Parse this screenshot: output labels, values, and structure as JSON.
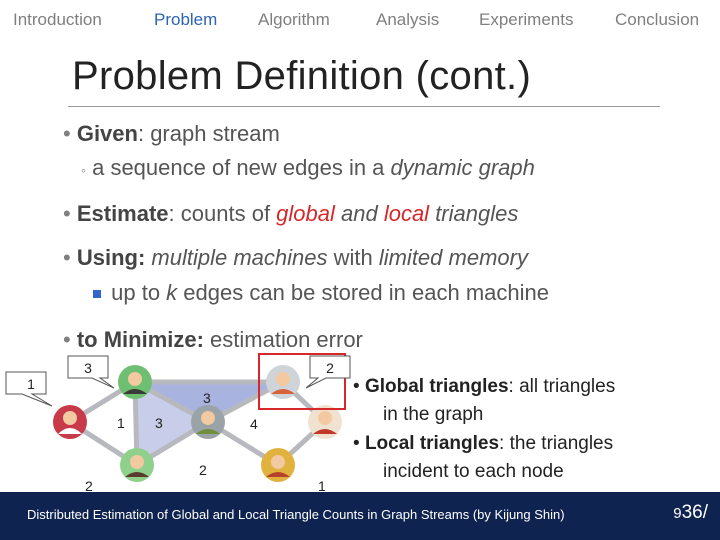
{
  "nav": {
    "items": [
      "Introduction",
      "Problem",
      "Algorithm",
      "Analysis",
      "Experiments",
      "Conclusion"
    ],
    "active": "Problem"
  },
  "slide": {
    "title": "Problem Definition (cont.)",
    "given_label": "Given",
    "given_text": ": graph stream",
    "given_sub_prefix": "a sequence of new edges in a ",
    "given_sub_italic": "dynamic graph",
    "estimate_label": "Estimate",
    "estimate_text_1": ": counts of ",
    "estimate_global": "global",
    "estimate_and": " and ",
    "estimate_local": "local",
    "estimate_triangles": " triangles",
    "using_label": "Using:",
    "using_italic_1": " multiple machines",
    "using_with": " with ",
    "using_italic_2": "limited memory",
    "using_sub_prefix": "up to ",
    "using_sub_k": "k",
    "using_sub_suffix": " edges can be stored in each machine",
    "minimize_label": "to Minimize:",
    "minimize_text": " estimation error"
  },
  "graph": {
    "callouts": [
      "1",
      "3",
      "2"
    ],
    "node_labels": [
      "1",
      "2",
      "3",
      "4",
      "3",
      "2",
      "1"
    ]
  },
  "side": {
    "global_label": "Global triangles",
    "global_text": ": all triangles",
    "global_text_2": "in the graph",
    "local_label": "Local triangles",
    "local_text": ": the triangles",
    "local_text_2": "incident to each node"
  },
  "footer": {
    "text": "Distributed Estimation of Global and Local Triangle Counts in Graph Streams (by Kijung Shin)",
    "page_prefix": "9",
    "page_current": "36",
    "page_sep": "/"
  },
  "colors": {
    "nav_active": "#2e63b5",
    "emphasis_red": "#d62828",
    "triangle_fill": "#a9b3e0",
    "footer_bg": "#0f2350",
    "highlight_box": "#d62828"
  }
}
